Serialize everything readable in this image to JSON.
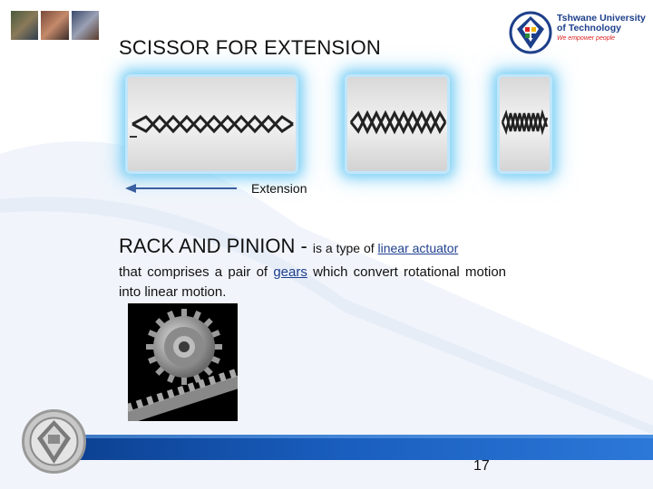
{
  "slide": {
    "title": "SCISSOR FOR EXTENSION",
    "extension_label": "Extension",
    "rack_heading": "RACK AND PINION - ",
    "rack_intro": "is a type of ",
    "rack_link": "linear actuator",
    "para_part1": "that comprises a pair of ",
    "para_link": "gears",
    "para_part2": " which convert rotational motion into linear motion.",
    "page_number": "17"
  },
  "logo": {
    "line1": "Tshwane University",
    "line2": "of Technology",
    "tagline": "We empower people"
  },
  "colors": {
    "accent_blue": "#1a4fa0",
    "glow": "#7fd0f5",
    "logo_red": "#d22222"
  },
  "icons": [
    "university-crest-icon",
    "watermark-crest-icon"
  ]
}
